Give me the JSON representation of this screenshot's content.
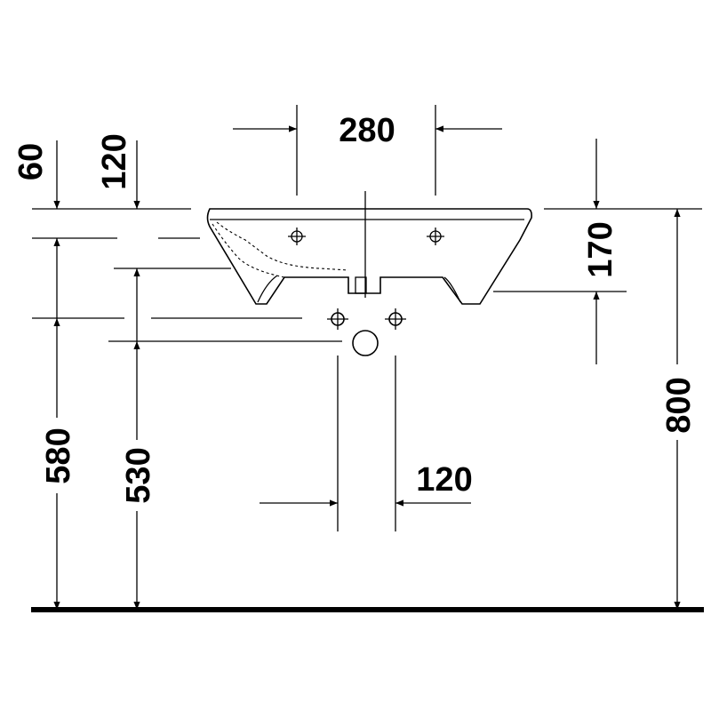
{
  "diagram": {
    "dimensions": {
      "top_width": "280",
      "offset_60": "60",
      "offset_120_top": "120",
      "basin_depth": "170",
      "height_580": "580",
      "height_530": "530",
      "height_800": "800",
      "pipe_spacing": "120"
    },
    "colors": {
      "line": "#000000",
      "background": "#ffffff"
    }
  }
}
